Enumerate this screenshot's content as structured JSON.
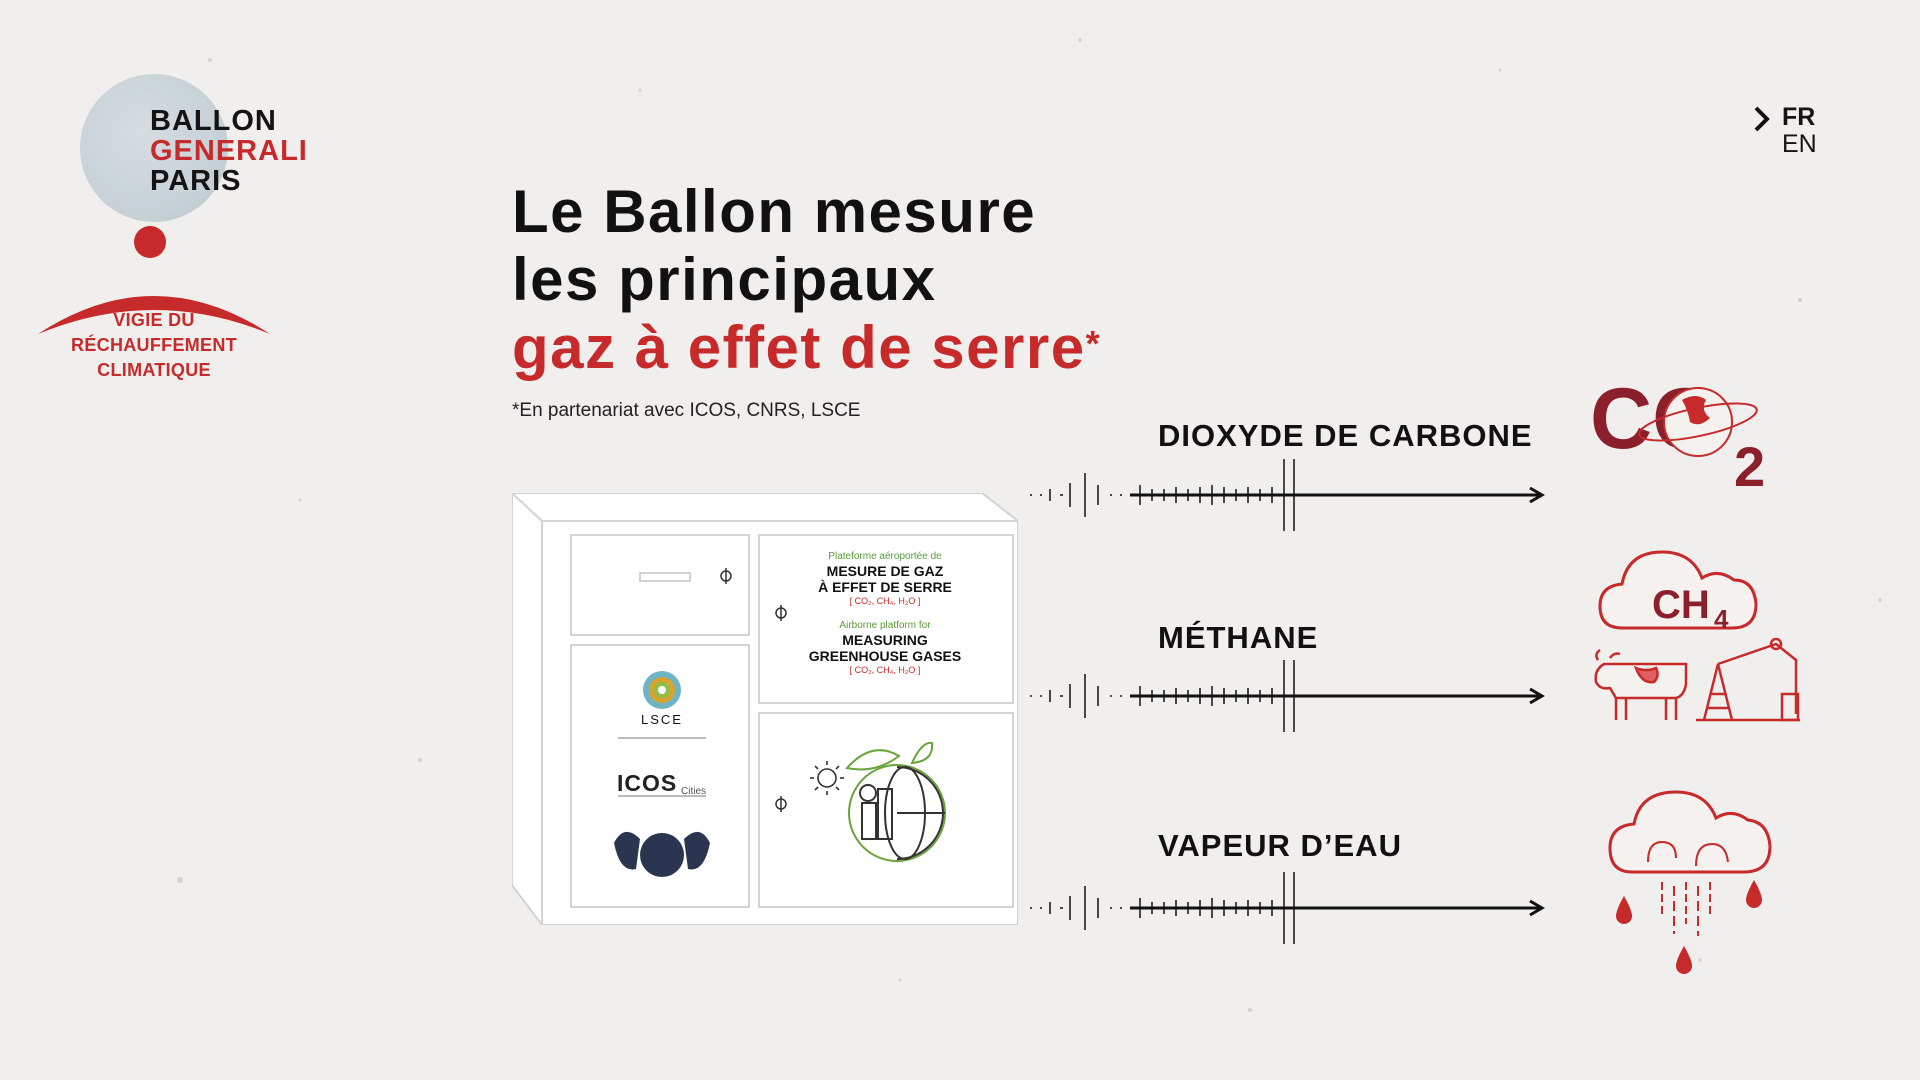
{
  "logo": {
    "line1": "BALLON",
    "line2": "GENERALI",
    "line3": "PARIS",
    "vigie": [
      "VIGIE DU",
      "RÉCHAUFFEMENT",
      "CLIMATIQUE"
    ]
  },
  "lang": {
    "active": "FR",
    "other": "EN"
  },
  "title": {
    "line1": "Le Ballon mesure",
    "line2": "les principaux",
    "line3": "gaz à effet de serre",
    "asterisk": "*"
  },
  "note": "*En partenariat avec ICOS, CNRS, LSCE",
  "gases": [
    {
      "label": "DIOXYDE DE CARBONE",
      "formula": "CO",
      "subscript": "2"
    },
    {
      "label": "MÉTHANE",
      "formula": "CH",
      "subscript": "4"
    },
    {
      "label": "VAPEUR D’EAU"
    }
  ],
  "cabinet": {
    "fr_small": "Plateforme aéroportée de",
    "fr_big1": "MESURE DE GAZ",
    "fr_big2": "À EFFET DE SERRE",
    "fr_sub": "[ CO₂, CH₄, H₂O ]",
    "en_small": "Airborne platform for",
    "en_big1": "MEASURING",
    "en_big2": "GREENHOUSE GASES",
    "en_sub": "[ CO₂, CH₄, H₂O ]",
    "lsce": "LSCE",
    "icos": "ICOS",
    "icos_sub": "Cities"
  },
  "colors": {
    "red": "#c72a2a",
    "dark_red": "#8c1f2c",
    "green": "#5a9a3a",
    "ink": "#111111"
  }
}
